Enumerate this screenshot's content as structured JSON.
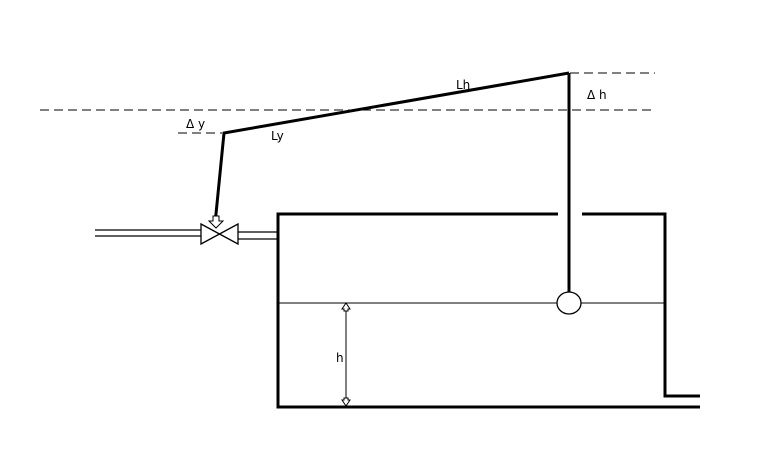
{
  "labels": {
    "delta_y": "Δ y",
    "delta_h": "Δ h",
    "lever_long": "Lh",
    "lever_short": "Ly",
    "level": "h"
  }
}
